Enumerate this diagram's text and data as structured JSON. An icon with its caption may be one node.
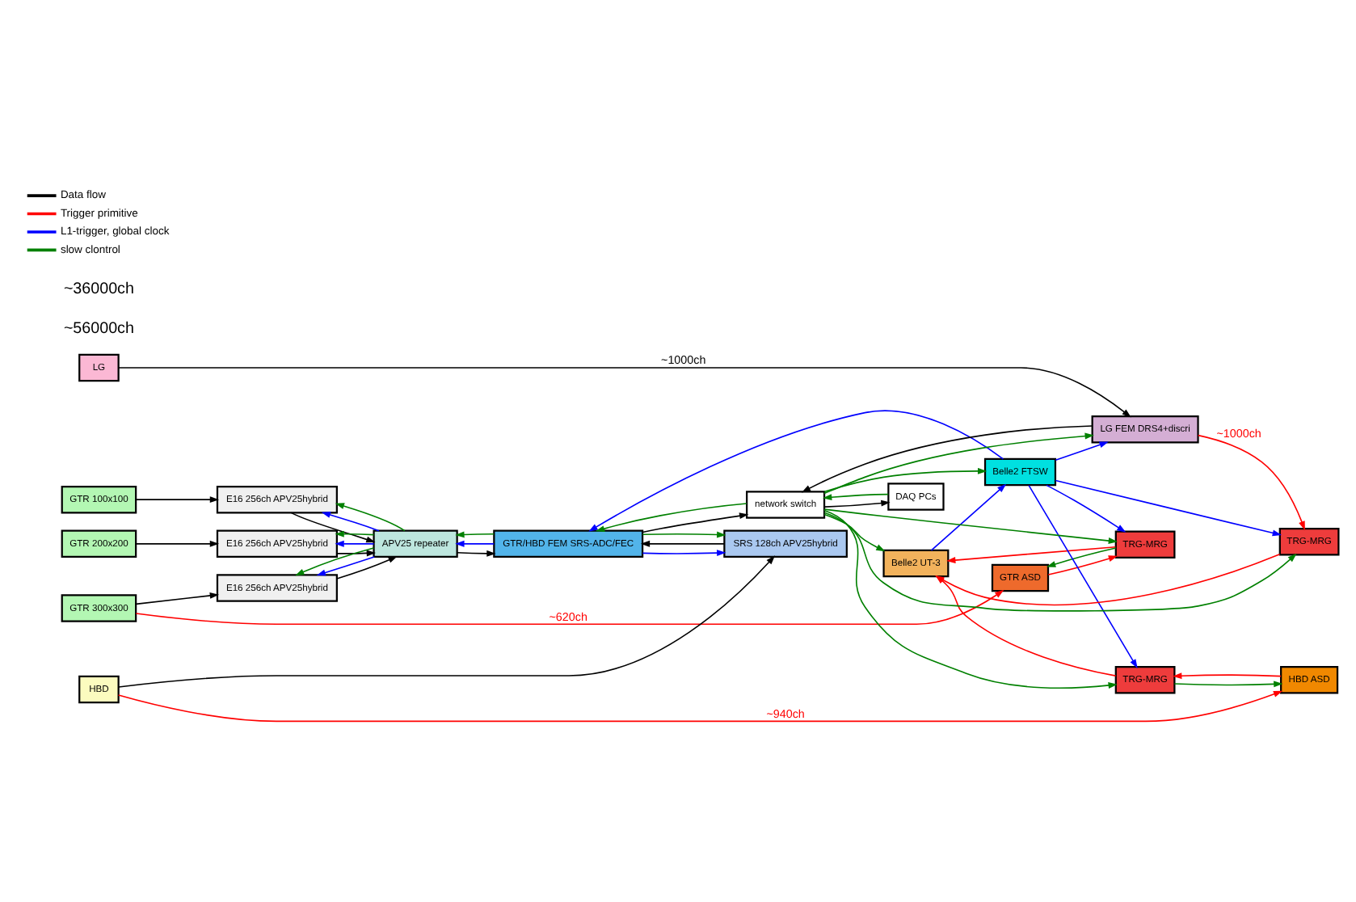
{
  "diagram": {
    "nodes": [
      {
        "text": [
          "GTR 100x100"
        ]
      },
      {
        "text": [
          "E16 256ch APV25hybrid"
        ]
      },
      {
        "text": [
          "GTR 200x200"
        ]
      },
      {
        "text": [
          "E16 256ch APV25hybrid"
        ]
      },
      {
        "text": [
          "GTR 300x300"
        ]
      },
      {
        "text": [
          "E16 256ch APV25hybrid"
        ]
      },
      {
        "text": [
          "APV25 repeater"
        ]
      },
      {
        "text": [
          "GTR/HBD FEM SRS-ADC/FEC"
        ]
      },
      {
        "text": [
          "Belle2 UT-3"
        ]
      },
      {
        "text": [
          "GTR ASD"
        ]
      },
      {
        "text": [
          "TRG-MRG"
        ]
      },
      {
        "text": [
          "Belle2 FTSW"
        ]
      },
      {
        "text": [
          "HBD"
        ]
      },
      {
        "text": [
          "SRS 128ch APV25hybrid"
        ]
      },
      {
        "text": [
          "TRG-MRG"
        ]
      },
      {
        "text": [
          "HBD ASD"
        ]
      },
      {
        "text": [
          "TRG-MRG"
        ]
      },
      {
        "text": [
          "LG"
        ]
      },
      {
        "text": [
          "LG FEM DRS4+discri"
        ]
      },
      {
        "text": [
          "network switch"
        ]
      },
      {
        "text": [
          "DAQ PCs"
        ]
      }
    ],
    "edges": [
      {
        "from": 0,
        "to": 1,
        "arrow": "to",
        "color": "#000000"
      },
      {
        "from": 2,
        "to": 3,
        "arrow": "to",
        "color": "#000000"
      },
      {
        "from": 4,
        "to": 5,
        "arrow": "to",
        "color": "#000000"
      },
      {
        "from": 1,
        "to": 6,
        "arrow": "to",
        "color": "#000000"
      },
      {
        "from": 3,
        "to": 6,
        "arrow": "to",
        "color": "#000000"
      },
      {
        "from": 5,
        "to": 6,
        "arrow": "to",
        "color": "#000000"
      },
      {
        "from": 6,
        "to": 7,
        "arrow": "to",
        "color": "#000000"
      },
      {
        "from": 13,
        "to": 7,
        "arrow": "to",
        "color": "#000000"
      },
      {
        "from": 7,
        "to": 19,
        "arrow": "to",
        "color": "#000000"
      },
      {
        "from": 12,
        "to": 13,
        "arrow": "to",
        "color": "#000000"
      },
      {
        "from": 17,
        "to": 18,
        "label": "~1000ch",
        "arrow": "to",
        "color": "#000000"
      },
      {
        "from": 18,
        "to": 19,
        "arrow": "to",
        "color": "#000000"
      },
      {
        "from": 19,
        "to": 20,
        "arrow": "to",
        "color": "#000000"
      },
      {
        "from": 4,
        "to": 9,
        "label": "~620ch",
        "arrow": "to",
        "color": "#ff0000"
      },
      {
        "from": 12,
        "to": 15,
        "label": "~940ch",
        "arrow": "to",
        "color": "#ff0000"
      },
      {
        "from": 9,
        "to": 10,
        "arrow": "to",
        "color": "#ff0000"
      },
      {
        "from": 15,
        "to": 14,
        "arrow": "to",
        "color": "#ff0000"
      },
      {
        "from": 18,
        "to": 16,
        "label": "~1000ch",
        "arrow": "to",
        "color": "#ff0000"
      },
      {
        "from": 10,
        "to": 8,
        "arrow": "to",
        "color": "#ff0000"
      },
      {
        "from": 14,
        "to": 8,
        "arrow": "to",
        "color": "#ff0000"
      },
      {
        "from": 16,
        "to": 8,
        "arrow": "to",
        "color": "#ff0000"
      },
      {
        "from": 6,
        "to": 1,
        "arrow": "to",
        "color": "#0000ff"
      },
      {
        "from": 6,
        "to": 3,
        "arrow": "to",
        "color": "#0000ff"
      },
      {
        "from": 6,
        "to": 5,
        "arrow": "to",
        "color": "#0000ff"
      },
      {
        "from": 7,
        "to": 6,
        "arrow": "to",
        "color": "#0000ff"
      },
      {
        "from": 7,
        "to": 13,
        "arrow": "to",
        "color": "#0000ff"
      },
      {
        "from": 11,
        "to": 7,
        "arrow": "to",
        "color": "#0000ff"
      },
      {
        "from": 8,
        "to": 11,
        "arrow": "to",
        "color": "#0000ff"
      },
      {
        "from": 11,
        "to": 10,
        "arrow": "to",
        "color": "#0000ff"
      },
      {
        "from": 11,
        "to": 14,
        "arrow": "to",
        "color": "#0000ff"
      },
      {
        "from": 11,
        "to": 16,
        "arrow": "to",
        "color": "#0000ff"
      },
      {
        "from": 11,
        "to": 18,
        "arrow": "to",
        "color": "#0000ff"
      },
      {
        "from": 6,
        "to": 1,
        "arrow": "to",
        "color": "#008000"
      },
      {
        "from": 6,
        "to": 3,
        "arrow": "to",
        "color": "#008000"
      },
      {
        "from": 6,
        "to": 5,
        "arrow": "to",
        "color": "#008000"
      },
      {
        "from": 7,
        "to": 6,
        "arrow": "to",
        "color": "#008000"
      },
      {
        "from": 7,
        "to": 13,
        "arrow": "to",
        "color": "#008000"
      },
      {
        "from": 10,
        "to": 9,
        "arrow": "to",
        "color": "#008000"
      },
      {
        "from": 14,
        "to": 15,
        "arrow": "to",
        "color": "#008000"
      },
      {
        "from": 19,
        "to": 7,
        "arrow": "to",
        "color": "#008000"
      },
      {
        "from": 19,
        "to": 8,
        "arrow": "to",
        "color": "#008000"
      },
      {
        "from": 19,
        "to": 11,
        "arrow": "to",
        "color": "#008000"
      },
      {
        "from": 19,
        "to": 10,
        "arrow": "to",
        "color": "#008000"
      },
      {
        "from": 19,
        "to": 14,
        "arrow": "to",
        "color": "#008000"
      },
      {
        "from": 19,
        "to": 16,
        "arrow": "to",
        "color": "#008000"
      },
      {
        "from": 19,
        "to": 18,
        "arrow": "to",
        "color": "#008000"
      },
      {
        "from": 20,
        "to": 19,
        "arrow": "to",
        "color": "#008000"
      }
    ],
    "labels": [
      "~56000ch",
      "~36000ch"
    ],
    "legend": [
      {
        "text": "Data flow",
        "color": "#000000"
      },
      {
        "text": "Trigger primitive",
        "color": "#ff0000"
      },
      {
        "text": "L1-trigger, global clock",
        "color": "#0000ff"
      },
      {
        "text": "slow clontrol",
        "color": "#008000"
      }
    ]
  }
}
